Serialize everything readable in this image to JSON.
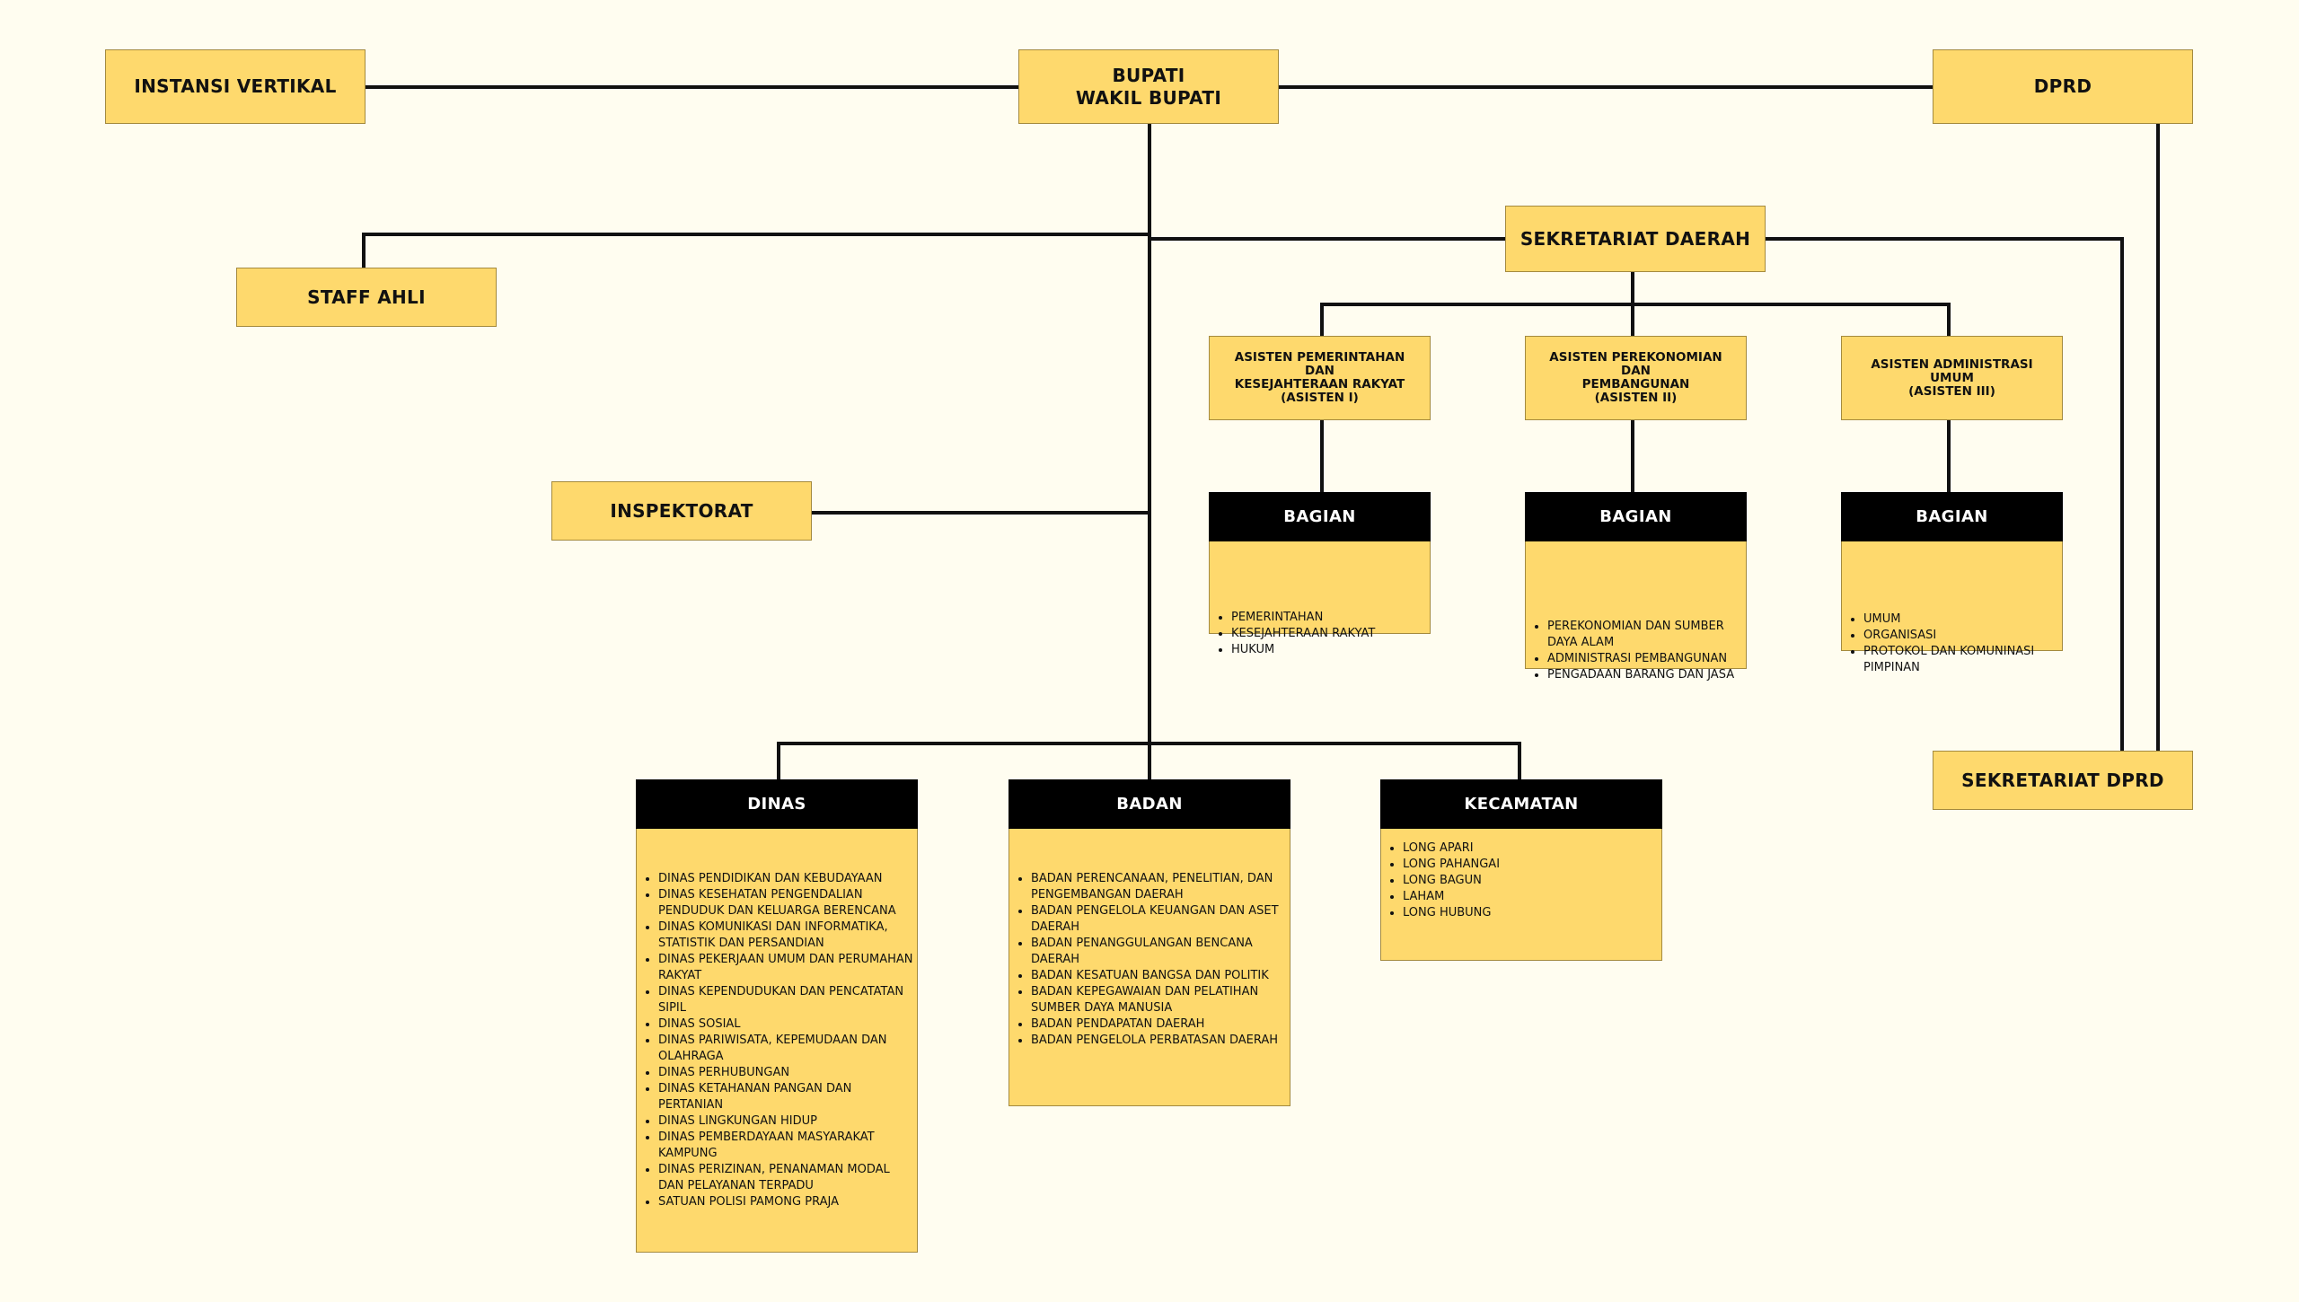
{
  "top": {
    "instansi_vertikal": "INSTANSI VERTIKAL",
    "bupati": "BUPATI",
    "wakil_bupati": "WAKIL BUPATI",
    "dprd": "DPRD"
  },
  "staff_ahli": "STAFF AHLI",
  "inspektorat": "INSPEKTORAT",
  "sekretariat_daerah": "SEKRETARIAT DAERAH",
  "sekretariat_dprd": "SEKRETARIAT DPRD",
  "asisten": [
    {
      "line1": "ASISTEN PEMERINTAHAN DAN",
      "line2": "KESEJAHTERAAN RAKYAT",
      "line3": "(ASISTEN I)"
    },
    {
      "line1": "ASISTEN PEREKONOMIAN DAN",
      "line2": "PEMBANGUNAN",
      "line3": "(ASISTEN II)"
    },
    {
      "line1": "ASISTEN ADMINISTRASI UMUM",
      "line2": "(ASISTEN III)"
    }
  ],
  "bagian": [
    {
      "title": "BAGIAN",
      "items": [
        "PEMERINTAHAN",
        "KESEJAHTERAAN RAKYAT",
        "HUKUM"
      ]
    },
    {
      "title": "BAGIAN",
      "items": [
        "PEREKONOMIAN DAN SUMBER DAYA ALAM",
        "ADMINISTRASI PEMBANGUNAN",
        "PENGADAAN BARANG DAN JASA"
      ]
    },
    {
      "title": "BAGIAN",
      "items": [
        "UMUM",
        "ORGANISASI",
        "PROTOKOL DAN KOMUNINASI PIMPINAN"
      ]
    }
  ],
  "dinas": {
    "title": "DINAS",
    "items": [
      "DINAS PENDIDIKAN DAN KEBUDAYAAN",
      "DINAS KESEHATAN PENGENDALIAN PENDUDUK DAN KELUARGA BERENCANA",
      "DINAS KOMUNIKASI DAN INFORMATIKA, STATISTIK DAN PERSANDIAN",
      "DINAS PEKERJAAN UMUM DAN PERUMAHAN RAKYAT",
      "DINAS KEPENDUDUKAN DAN PENCATATAN SIPIL",
      "DINAS SOSIAL",
      "DINAS PARIWISATA, KEPEMUDAAN DAN OLAHRAGA",
      "DINAS PERHUBUNGAN",
      "DINAS KETAHANAN PANGAN DAN PERTANIAN",
      "DINAS LINGKUNGAN HIDUP",
      "DINAS PEMBERDAYAAN MASYARAKAT KAMPUNG",
      "DINAS PERIZINAN, PENANAMAN MODAL DAN PELAYANAN TERPADU",
      "SATUAN POLISI PAMONG PRAJA"
    ]
  },
  "badan": {
    "title": "BADAN",
    "items": [
      "BADAN PERENCANAAN, PENELITIAN, DAN PENGEMBANGAN DAERAH",
      "BADAN PENGELOLA KEUANGAN DAN ASET DAERAH",
      "BADAN PENANGGULANGAN BENCANA DAERAH",
      "BADAN KESATUAN BANGSA DAN POLITIK",
      "BADAN KEPEGAWAIAN DAN PELATIHAN SUMBER DAYA MANUSIA",
      "BADAN PENDAPATAN DAERAH",
      "BADAN PENGELOLA PERBATASAN DAERAH"
    ]
  },
  "kecamatan": {
    "title": "KECAMATAN",
    "items": [
      "LONG APARI",
      "LONG PAHANGAI",
      "LONG BAGUN",
      "LAHAM",
      "LONG HUBUNG"
    ]
  }
}
